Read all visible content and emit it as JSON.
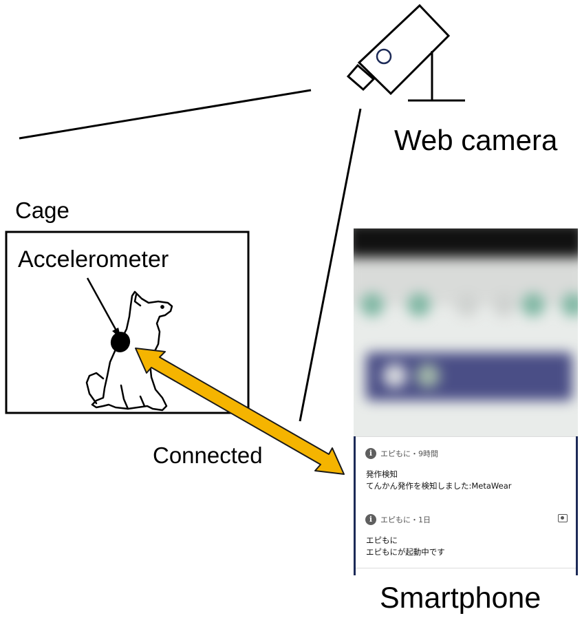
{
  "labels": {
    "web_camera": "Web camera",
    "cage": "Cage",
    "accelerometer": "Accelerometer",
    "connected": "Connected",
    "smartphone": "Smartphone"
  },
  "phone": {
    "notifications": [
      {
        "app_time": "エピもに・9時間",
        "title": "発作検知",
        "body": "てんかん発作を検知しました:MetaWear",
        "has_camera_icon": false
      },
      {
        "app_time": "エピもに・1日",
        "title": "エピもに",
        "body": "エピもにが起動中です",
        "has_camera_icon": true
      }
    ]
  },
  "colors": {
    "arrow_fill": "#f5b400",
    "notification_border": "#1c2a57",
    "camera_lens": "#1c2a57"
  },
  "icons": [
    "web-camera-icon",
    "dog-illustration",
    "accelerometer-sensor",
    "info-icon",
    "camera-icon"
  ]
}
